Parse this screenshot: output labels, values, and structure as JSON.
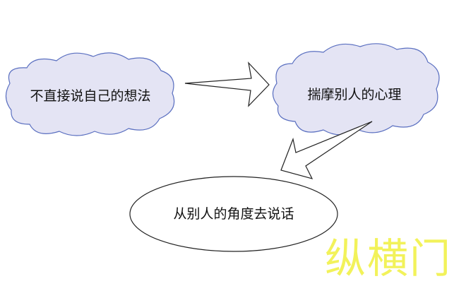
{
  "diagram": {
    "type": "flow",
    "nodes": [
      {
        "id": "cloud-left",
        "shape": "cloud",
        "label": "不直接说自己的想法"
      },
      {
        "id": "cloud-right",
        "shape": "cloud",
        "label": "揣摩别人的心理"
      },
      {
        "id": "ellipse-bottom",
        "shape": "ellipse",
        "label": "从别人的角度去说话"
      }
    ],
    "edges": [
      {
        "from": "cloud-left",
        "to": "cloud-right",
        "style": "block-arrow"
      },
      {
        "from": "cloud-right",
        "to": "ellipse-bottom",
        "style": "block-arrow"
      }
    ]
  },
  "watermark": {
    "text": "纵横门",
    "color": "#f2f25a"
  },
  "colors": {
    "cloud_fill": "#e4e4f4",
    "cloud_stroke": "#5a6fc0",
    "outline": "#222222",
    "background": "#ffffff"
  }
}
